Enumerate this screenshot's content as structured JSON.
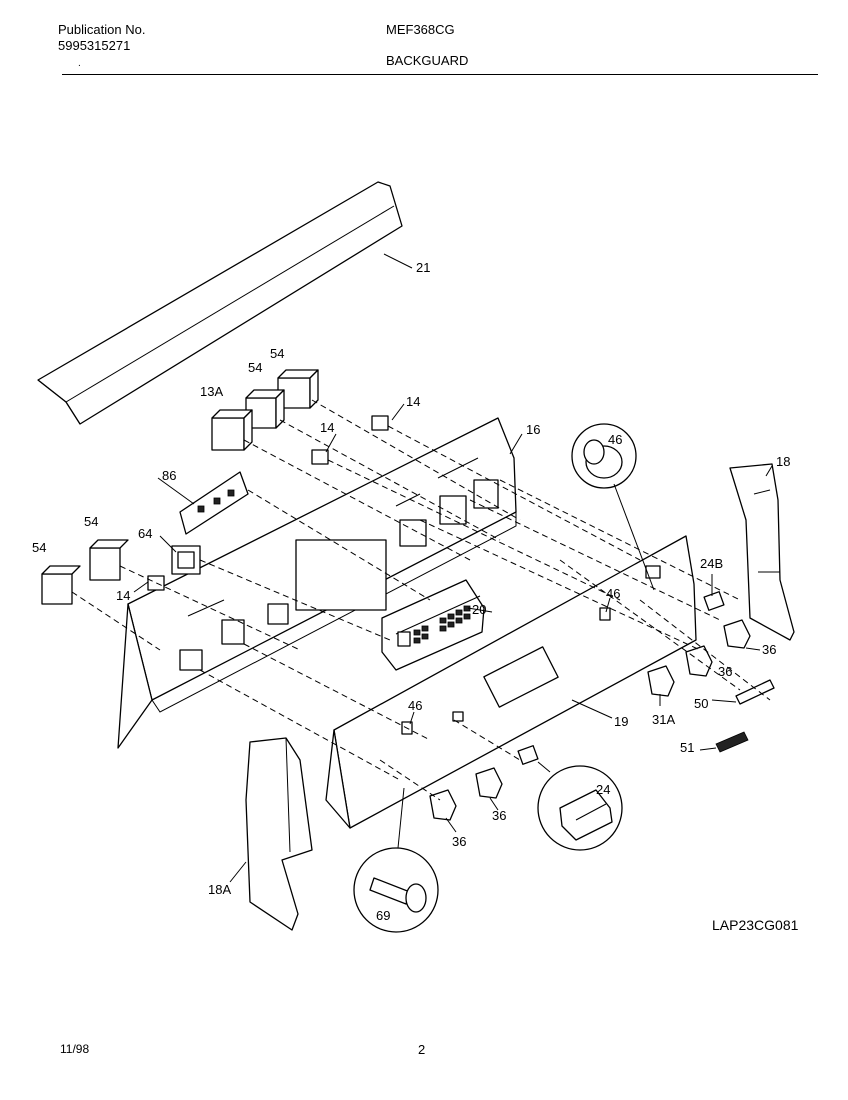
{
  "header": {
    "publication_label": "Publication No.",
    "publication_number": "5995315271",
    "model": "MEF368CG",
    "section_title": "BACKGUARD",
    "dot": "."
  },
  "footer": {
    "date": "11/98",
    "page_number": "2",
    "drawing_code": "LAP23CG081"
  },
  "callouts": {
    "c21": "21",
    "c54a": "54",
    "c54b": "54",
    "c13a": "13A",
    "c14a": "14",
    "c14b": "14",
    "c16": "16",
    "c46a": "46",
    "c18": "18",
    "c86": "86",
    "c54c": "54",
    "c64": "64",
    "c54d": "54",
    "c14c": "14",
    "c24b": "24B",
    "c46b": "46",
    "c20": "20",
    "c36a": "36",
    "c36b": "36",
    "c50": "50",
    "c31a": "31A",
    "c19": "19",
    "c46c": "46",
    "c51": "51",
    "c24": "24",
    "c36c": "36",
    "c36d": "36",
    "c18a": "18A",
    "c69": "69"
  },
  "colors": {
    "ink": "#000000",
    "paper": "#ffffff"
  }
}
